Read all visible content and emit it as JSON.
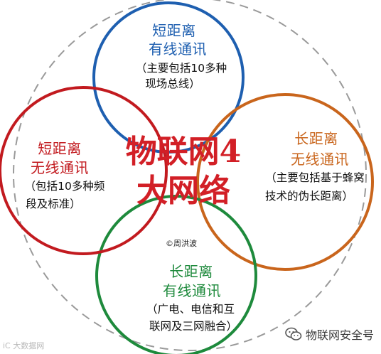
{
  "center": {
    "line1": "物联网4",
    "line2": "大网络"
  },
  "circles": {
    "top": {
      "color": "#1e5fb0",
      "title1": "短距离",
      "title2": "有线通讯",
      "note1": "（主要包括10多种",
      "note2": "现场总线）"
    },
    "right": {
      "color": "#c9651c",
      "title1": "长距离",
      "title2": "无线通讯",
      "note1": "（主要包括基于蜂窝",
      "note2": "技术的伪长距离）"
    },
    "bottom": {
      "color": "#1e8a3c",
      "title1": "长距离",
      "title2": "有线通讯",
      "note1": "（广电、电信和互",
      "note2": "联网及三网融合）"
    },
    "left": {
      "color": "#c21a1f",
      "title1": "短距离",
      "title2": "无线通讯",
      "note1": "（包括10多种频",
      "note2": "段及标准）"
    }
  },
  "credit": "©周洪波",
  "watermark_left": "iC 大数据网",
  "watermark_right": "物联网安全号",
  "watermark_icon": "wechat-icon",
  "outer_ring": "dashed-gray"
}
